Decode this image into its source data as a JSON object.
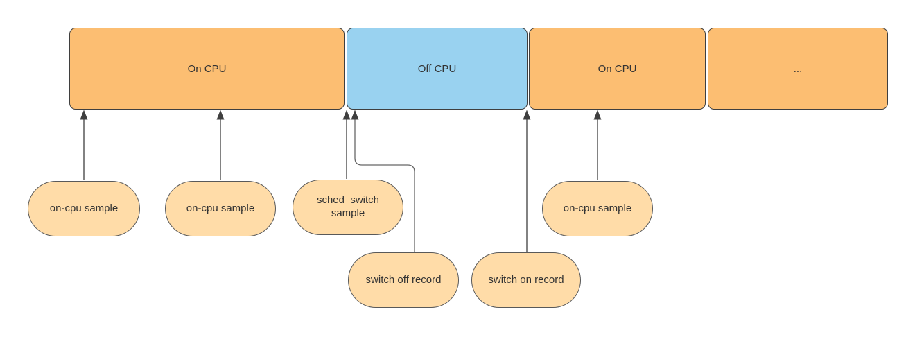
{
  "colors": {
    "background": "#FFFFFF",
    "on_cpu_fill": "#FCBE72",
    "off_cpu_fill": "#99D2F0",
    "pill_fill": "#FFDCA8",
    "shape_border": "#3F3F3F",
    "pill_border": "#595959",
    "arrow": "#3F3F3F",
    "connector": "#666666",
    "text": "#333333"
  },
  "timeline": {
    "segments": [
      {
        "label": "On CPU"
      },
      {
        "label": "Off CPU"
      },
      {
        "label": "On CPU"
      },
      {
        "label": "..."
      }
    ]
  },
  "annotations": {
    "pills": [
      {
        "label": "on-cpu sample"
      },
      {
        "label": "on-cpu sample"
      },
      {
        "label": "sched_switch sample"
      },
      {
        "label": "on-cpu sample"
      },
      {
        "label": "switch off record"
      },
      {
        "label": "switch on record"
      }
    ]
  }
}
